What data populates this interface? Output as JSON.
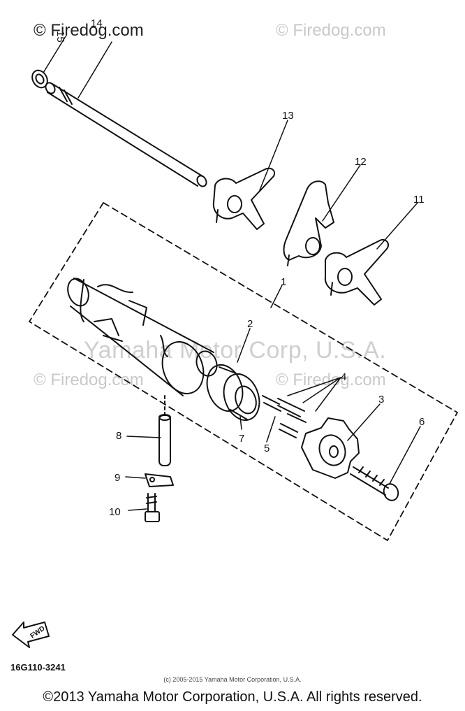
{
  "watermarks": {
    "top_left": "© Firedog.com",
    "top_right": "© Firedog.com",
    "mid_left": "© Firedog.com",
    "mid_right": "© Firedog.com",
    "center": "Yamaha Motor Corp, U.S.A."
  },
  "callouts": {
    "c1": "1",
    "c2": "2",
    "c3": "3",
    "c4": "4",
    "c5": "5",
    "c6": "6",
    "c7": "7",
    "c8": "8",
    "c9": "9",
    "c10": "10",
    "c11": "11",
    "c12": "12",
    "c13": "13",
    "c14": "14",
    "c15": "15"
  },
  "fwd_label": "FWD",
  "part_code": "16G110-3241",
  "small_copyright": "(c) 2005-2015 Yamaha Motor Corporation, U.S.A.",
  "footer_copyright": "©2013 Yamaha Motor Corporation, U.S.A. All rights reserved."
}
